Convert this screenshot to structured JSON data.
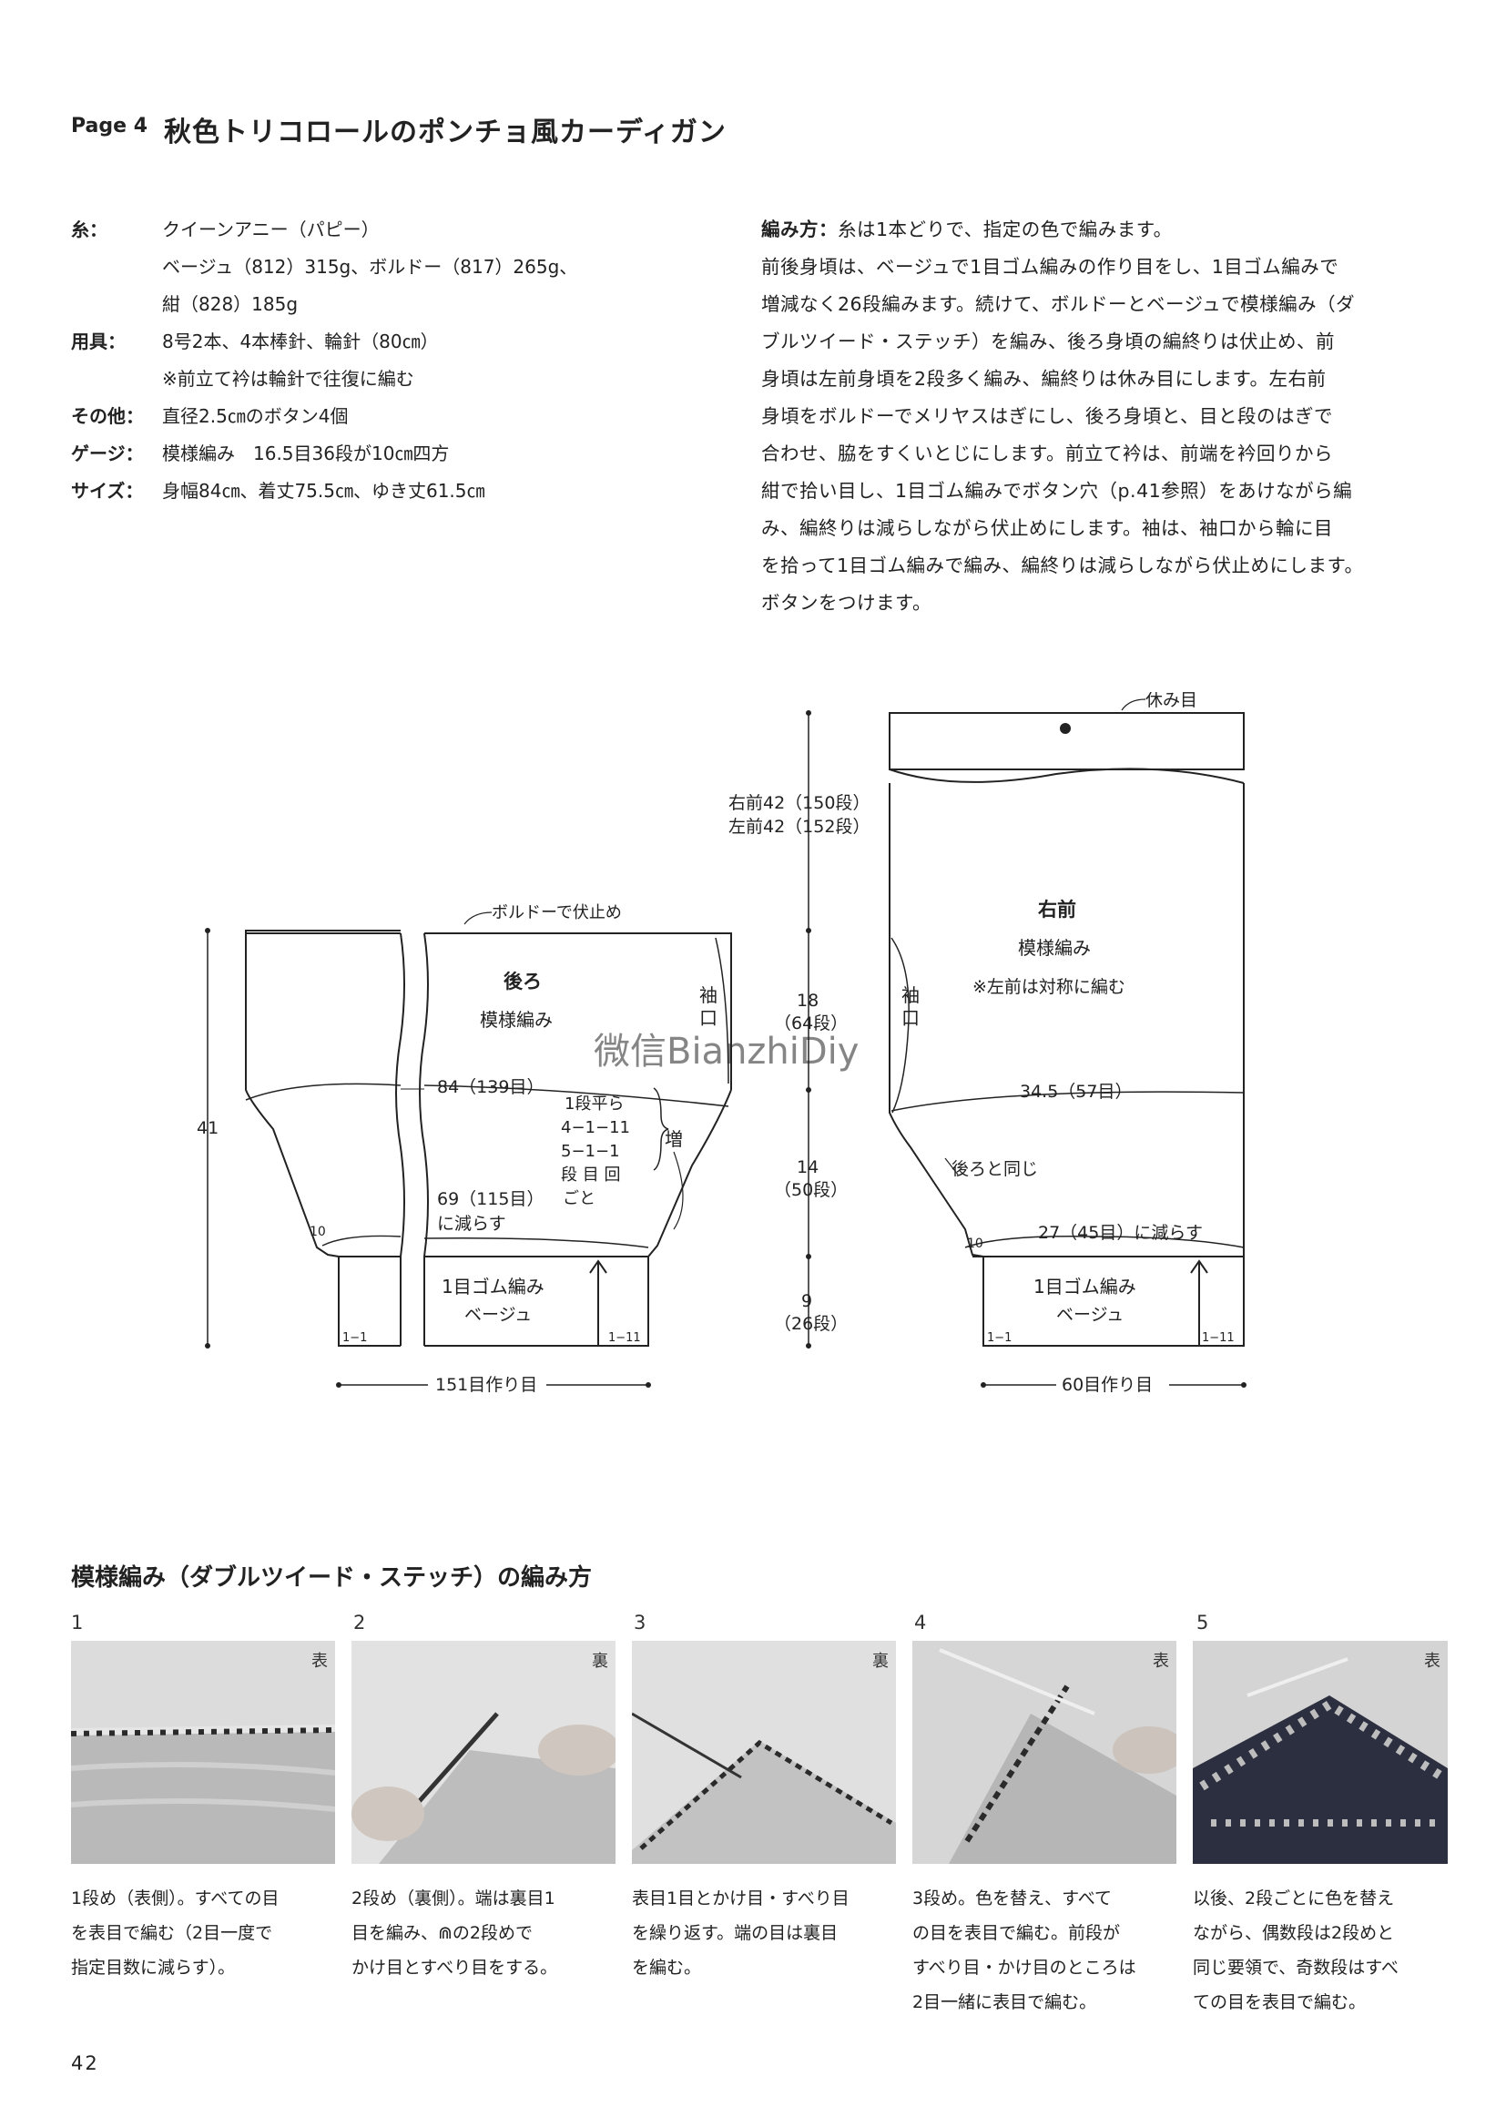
{
  "header": {
    "page_label": "Page 4",
    "title": "秋色トリコロールのポンチョ風カーディガン"
  },
  "materials": [
    {
      "label": "糸：",
      "lines": [
        "クイーンアニー（パピー）",
        "ベージュ（812）315g、ボルドー（817）265g、",
        "紺（828）185g"
      ]
    },
    {
      "label": "用具：",
      "lines": [
        "8号2本、4本棒針、輪針（80㎝）",
        "※前立て衿は輪針で往復に編む"
      ]
    },
    {
      "label": "その他：",
      "lines": [
        "直径2.5㎝のボタン4個"
      ]
    },
    {
      "label": "ゲージ：",
      "lines": [
        "模様編み　16.5目36段が10㎝四方"
      ]
    },
    {
      "label": "サイズ：",
      "lines": [
        "身幅84㎝、着丈75.5㎝、ゆき丈61.5㎝"
      ]
    }
  ],
  "method": {
    "label": "編み方：",
    "lines": [
      "糸は1本どりで、指定の色で編みます。",
      "前後身頃は、ベージュで1目ゴム編みの作り目をし、1目ゴム編みで",
      "増減なく26段編みます。続けて、ボルドーとベージュで模様編み（ダ",
      "ブルツイード・ステッチ）を編み、後ろ身頃の編終りは伏止め、前",
      "身頃は左前身頃を2段多く編み、編終りは休み目にします。左右前",
      "身頃をボルドーでメリヤスはぎにし、後ろ身頃と、目と段のはぎで",
      "合わせ、脇をすくいとじにします。前立て衿は、前端を衿回りから",
      "紺で拾い目し、1目ゴム編みでボタン穴（p.41参照）をあけながら編",
      "み、編終りは減らしながら伏止めにします。袖は、袖口から輪に目",
      "を拾って1目ゴム編みで編み、編終りは減らしながら伏止めにします。",
      "ボタンをつけます。"
    ]
  },
  "diagram": {
    "back": {
      "bind_off": "ボルドーで伏止め",
      "name": "後ろ",
      "pattern": "模様編み",
      "armhole": [
        "袖",
        "口"
      ],
      "width": "84（139目）",
      "inc_lines": [
        "1段平ら",
        "4−1−11",
        "5−1−1",
        "段 目 回"
      ],
      "inc_col": "ごと",
      "inc_label": "増",
      "reduce_1": "69（115目）",
      "reduce_2": "に減らす",
      "rib": "1目ゴム編み",
      "rib_color": "ベージュ",
      "cast_on": "151目作り目",
      "height": "41",
      "mark_10": "10"
    },
    "center": {
      "front_right": "右前42（150段）",
      "front_left": "左前42（152段）",
      "seg1": "18",
      "seg1_rows": "（64段）",
      "seg2": "14",
      "seg2_rows": "（50段）",
      "seg3": "9",
      "seg3_rows": "（26段）"
    },
    "front": {
      "rest": "休み目",
      "name": "右前",
      "pattern": "模様編み",
      "note": "※左前は対称に編む",
      "armhole": [
        "袖",
        "口"
      ],
      "width": "34.5（57目）",
      "same": "後ろと同じ",
      "reduce": "27（45目）に減らす",
      "rib": "1目ゴム編み",
      "rib_color": "ベージュ",
      "cast_on": "60目作り目",
      "mark_10": "10"
    },
    "watermark": "微信BianzhiDiy",
    "rib_marks": [
      "1−1",
      "1−11",
      "1−1",
      "1−11"
    ]
  },
  "stitch_section": {
    "title": "模様編み（ダブルツイード・ステッチ）の編み方",
    "steps": [
      {
        "num": "1",
        "side": "表",
        "caption": [
          "1段め（表側）。すべての目",
          "を表目で編む（2目一度で",
          "指定目数に減らす）。"
        ]
      },
      {
        "num": "2",
        "side": "裏",
        "caption": [
          "2段め（裏側）。端は裏目1",
          "目を編み、⋒の2段めで",
          "かけ目とすべり目をする。"
        ]
      },
      {
        "num": "3",
        "side": "裏",
        "caption": [
          "表目1目とかけ目・すべり目",
          "を繰り返す。端の目は裏目",
          "を編む。"
        ]
      },
      {
        "num": "4",
        "side": "表",
        "caption": [
          "3段め。色を替え、すべて",
          "の目を表目で編む。前段が",
          "すべり目・かけ目のところは",
          "2目一緒に表目で編む。"
        ]
      },
      {
        "num": "5",
        "side": "表",
        "caption": [
          "以後、2段ごとに色を替え",
          "ながら、偶数段は2段めと",
          "同じ要領で、奇数段はすべ",
          "ての目を表目で編む。"
        ]
      }
    ]
  },
  "page_number": "42",
  "colors": {
    "beige": "#c9c4ba",
    "bordeaux": "#5a1f2a",
    "navy": "#1d2035"
  }
}
